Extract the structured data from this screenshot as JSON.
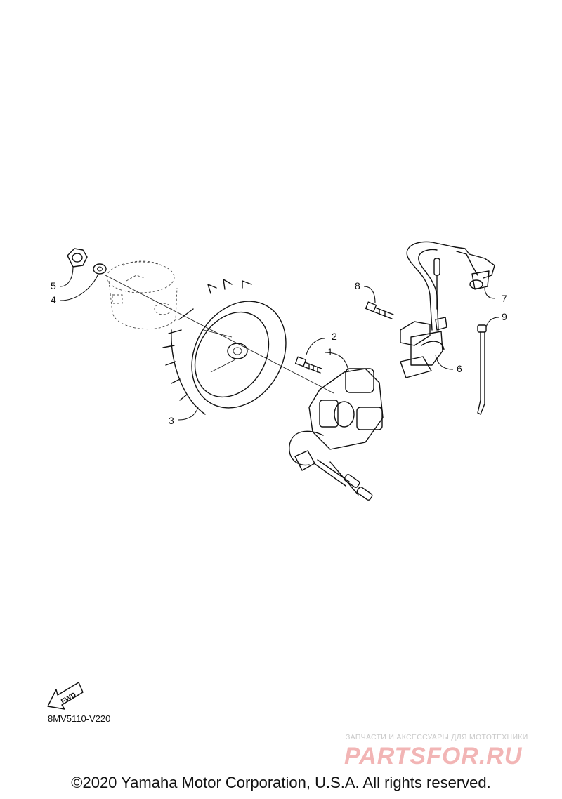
{
  "callouts": {
    "c1": "1",
    "c2": "2",
    "c3": "3",
    "c4": "4",
    "c5": "5",
    "c6": "6",
    "c7": "7",
    "c8": "8",
    "c9": "9"
  },
  "fwd_label": "FWD",
  "diagram_code": "8MV5110-V220",
  "watermark": {
    "tagline": "ЗАПЧАСТИ И АКСЕССУАРЫ ДЛЯ МОТОТЕХНИКИ",
    "logo_text": "PARTSFOR.RU",
    "color": "#f2b5b5"
  },
  "copyright": "©2020 Yamaha Motor Corporation, U.S.A. All rights reserved."
}
